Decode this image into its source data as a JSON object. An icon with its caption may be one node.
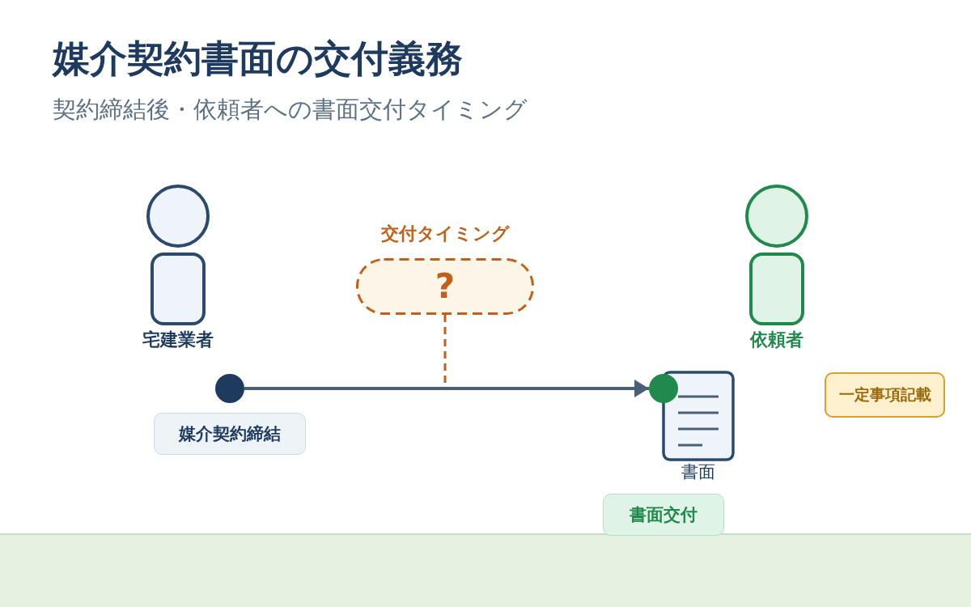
{
  "diagram": {
    "title": "媒介契約書面の交付義務",
    "nodes": [
      {
        "text": [
          "宅建業者"
        ]
      },
      {
        "text": [
          "交付タイミング",
          "?"
        ]
      },
      {
        "text": [
          "依頼者"
        ]
      },
      {
        "text": [],
        "shape": "circle"
      },
      {
        "text": [],
        "shape": "circle"
      },
      {
        "text": [
          "書面"
        ]
      },
      {
        "text": [
          "一定事項記載"
        ]
      },
      {
        "text": [
          "媒介契約締結"
        ]
      },
      {
        "text": [
          "書面交付"
        ]
      }
    ],
    "edges": [
      {
        "from": 3,
        "to": 4,
        "arrow": "to"
      },
      {
        "from": 1,
        "to": null,
        "arrow": "none",
        "style": "dashed",
        "color": "#c0601a"
      }
    ],
    "labels": [
      "契約締結後・依頼者への書面交付タイミング"
    ]
  }
}
